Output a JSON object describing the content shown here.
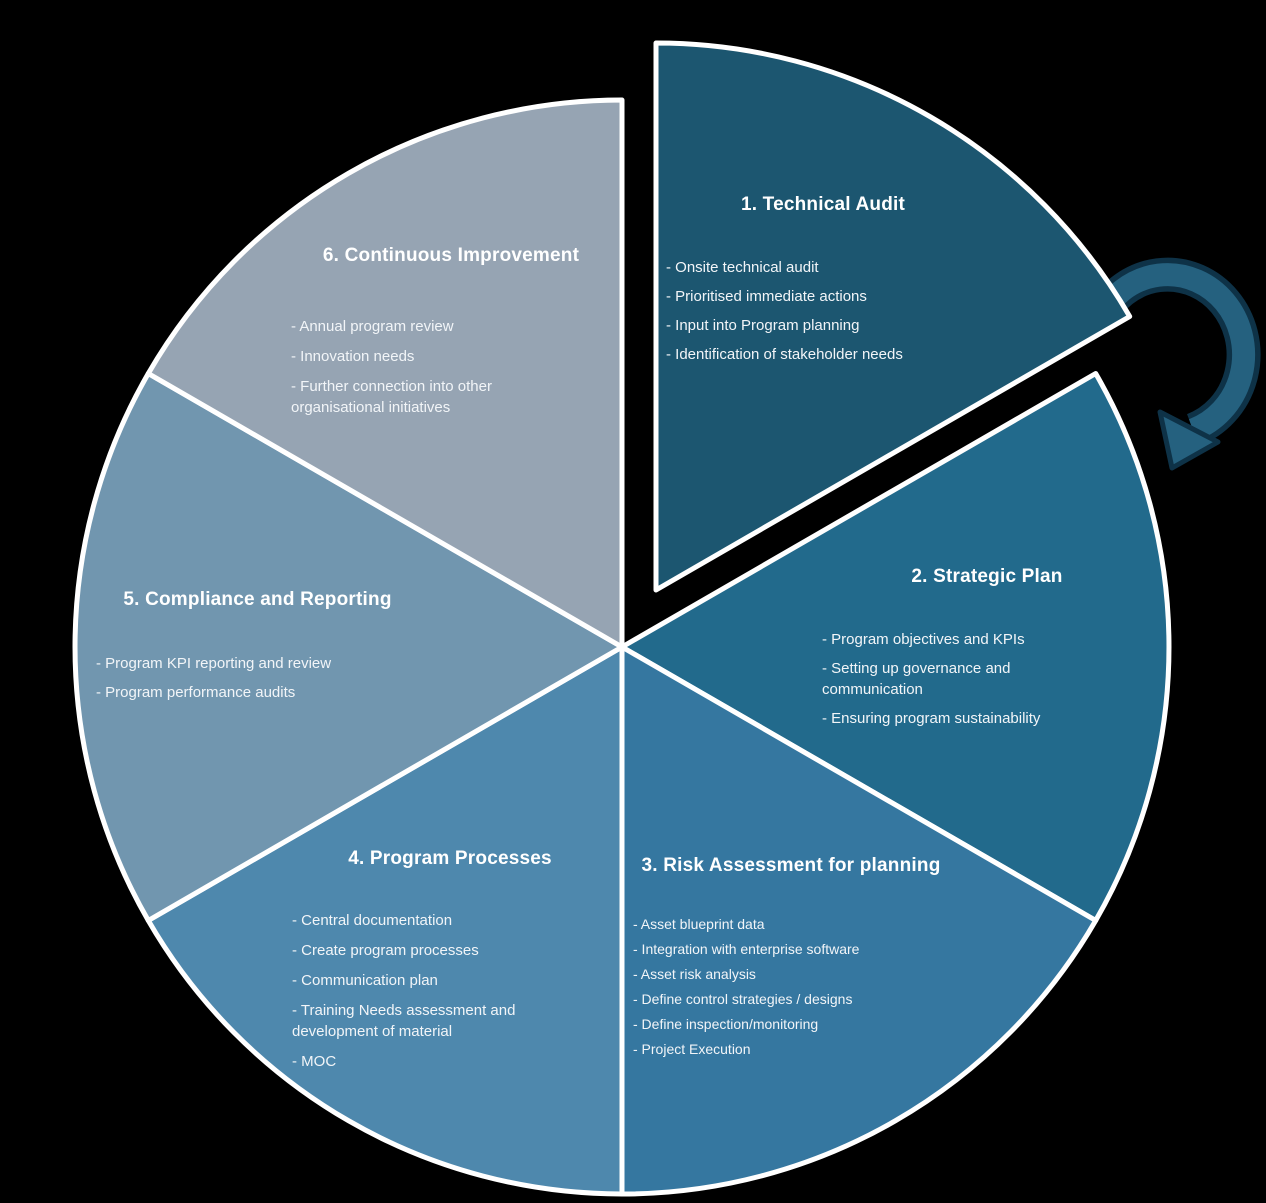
{
  "background_color": "#000000",
  "stroke_color": "#ffffff",
  "arrow": {
    "name": "cycle-arrow",
    "fill_color": "#25617f",
    "outline_color": "#0e3247"
  },
  "segments": [
    {
      "label": "1. Technical Audit",
      "color": "#1c5670",
      "items": [
        "- Onsite technical audit",
        "- Prioritised immediate actions",
        "- Input into Program planning",
        "- Identification of stakeholder needs"
      ]
    },
    {
      "label": "2. Strategic Plan",
      "color": "#226a8c",
      "items": [
        "- Program objectives and KPIs",
        "- Setting up governance and communication",
        "- Ensuring program sustainability"
      ]
    },
    {
      "label": "3. Risk Assessment for planning",
      "color": "#3577a0",
      "items": [
        "- Asset blueprint data",
        "- Integration with enterprise software",
        "- Asset risk analysis",
        "- Define control strategies / designs",
        "- Define inspection/monitoring",
        "- Project Execution"
      ]
    },
    {
      "label": "4. Program Processes",
      "color": "#4e88ad",
      "items": [
        "- Central documentation",
        "- Create program processes",
        "- Communication plan",
        "- Training Needs assessment and development of material",
        "- MOC"
      ]
    },
    {
      "label": "5. Compliance and Reporting",
      "color": "#7196af",
      "items": [
        "- Program KPI reporting and review",
        "- Program performance audits"
      ]
    },
    {
      "label": "6. Continuous Improvement",
      "color": "#96a4b3",
      "items": [
        "- Annual program review",
        "- Innovation needs",
        "- Further connection into other organisational initiatives"
      ]
    }
  ]
}
